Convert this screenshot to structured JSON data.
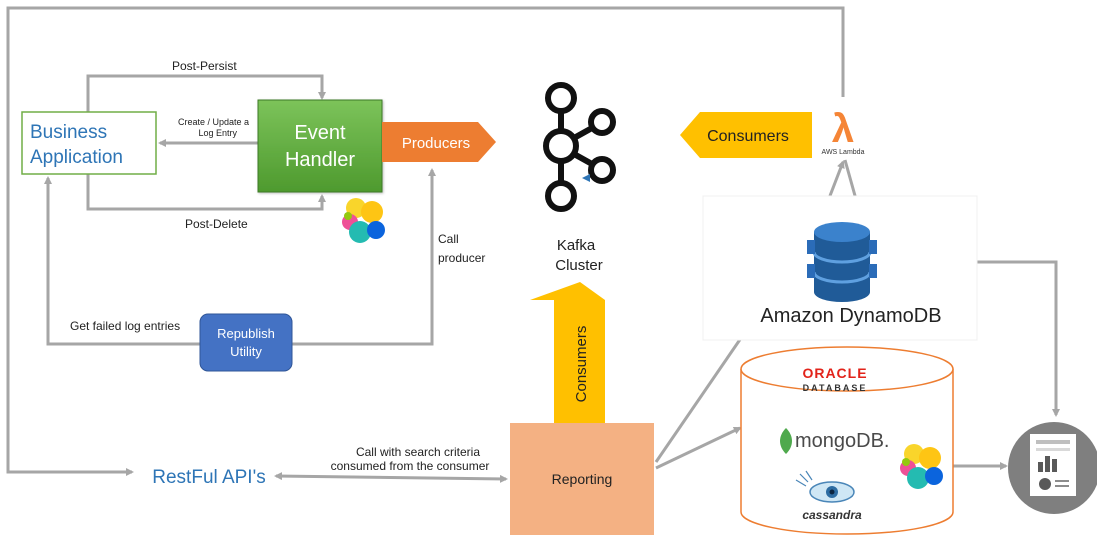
{
  "nodes": {
    "business_app": "Business Application",
    "business_app_line1": "Business",
    "business_app_line2": "Application",
    "event_handler_line1": "Event",
    "event_handler_line2": "Handler",
    "producers": "Producers",
    "kafka_line1": "Kafka",
    "kafka_line2": "Cluster",
    "consumers_right": "Consumers",
    "consumers_bottom": "Consumers",
    "aws_lambda": "AWS Lambda",
    "lambda_symbol": "λ",
    "dynamodb": "Amazon DynamoDB",
    "republish_line1": "Republish",
    "republish_line2": "Utility",
    "restful": "RestFul API's",
    "reporting": "Reporting",
    "oracle": "ORACLE",
    "oracle_db": "DATABASE",
    "mongodb": "mongoDB.",
    "cassandra": "cassandra"
  },
  "edges": {
    "post_persist": "Post-Persist",
    "create_update_line1": "Create / Update a",
    "create_update_line2": "Log Entry",
    "post_delete": "Post-Delete",
    "call_producer_line1": "Call",
    "call_producer_line2": "producer",
    "get_failed": "Get failed log entries",
    "call_search_line1": "Call with search criteria",
    "call_search_line2": "consumed from the consumer"
  },
  "colors": {
    "arrow": "#a6a6a6",
    "event_handler": "#6ab04c",
    "producers": "#ed7d31",
    "consumers": "#ffc000",
    "republish": "#4472c4",
    "reporting": "#f4b183",
    "business_border": "#70ad47",
    "blue_text": "#2e75b6",
    "lambda": "#f58536",
    "dynamo": "#2b6cb8"
  }
}
